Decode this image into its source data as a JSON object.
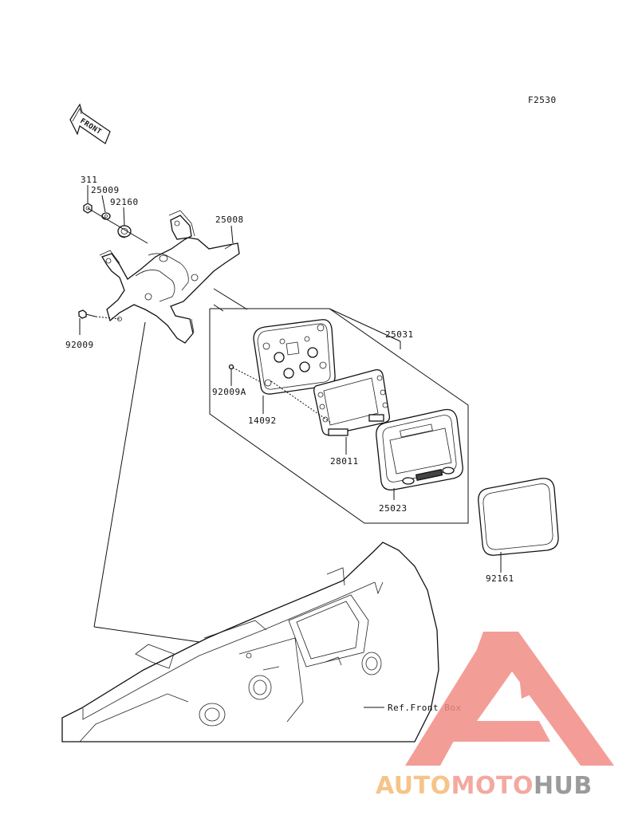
{
  "diagram": {
    "figure_code": "F2530",
    "front_arrow": "FRONT",
    "ref_label": "Ref.Front Box",
    "part_labels": {
      "p311": "311",
      "p25009": "25009",
      "p92160": "92160",
      "p25008": "25008",
      "p92009": "92009",
      "p25031": "25031",
      "p92009A": "92009A",
      "p14092": "14092",
      "p28011": "28011",
      "p25023": "25023",
      "p92161": "92161"
    }
  },
  "watermark": {
    "text_part1": "AUTO",
    "text_part2": "MOTO",
    "text_part3": "HUB",
    "color1": "#f6c489",
    "color2": "#f3a9a0",
    "color3": "#9b9b9b",
    "logo_color": "#f28c86"
  }
}
